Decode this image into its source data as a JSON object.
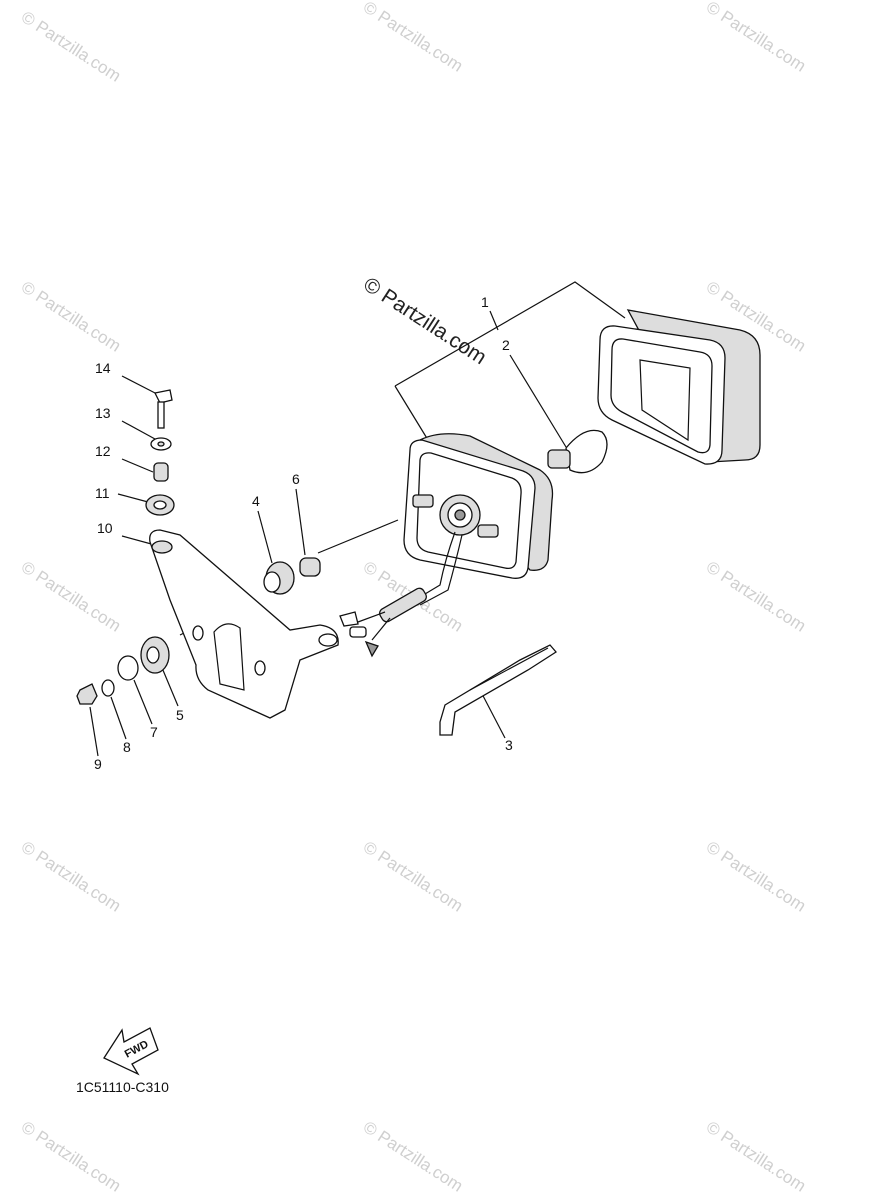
{
  "watermark": {
    "text": "© Partzilla.com",
    "prominent_text": "© Partzilla.com"
  },
  "diagram_code": "1C51110-C310",
  "fwd_label": "FWD",
  "callouts": [
    "1",
    "2",
    "3",
    "4",
    "5",
    "6",
    "7",
    "8",
    "9",
    "10",
    "11",
    "12",
    "13",
    "14"
  ]
}
